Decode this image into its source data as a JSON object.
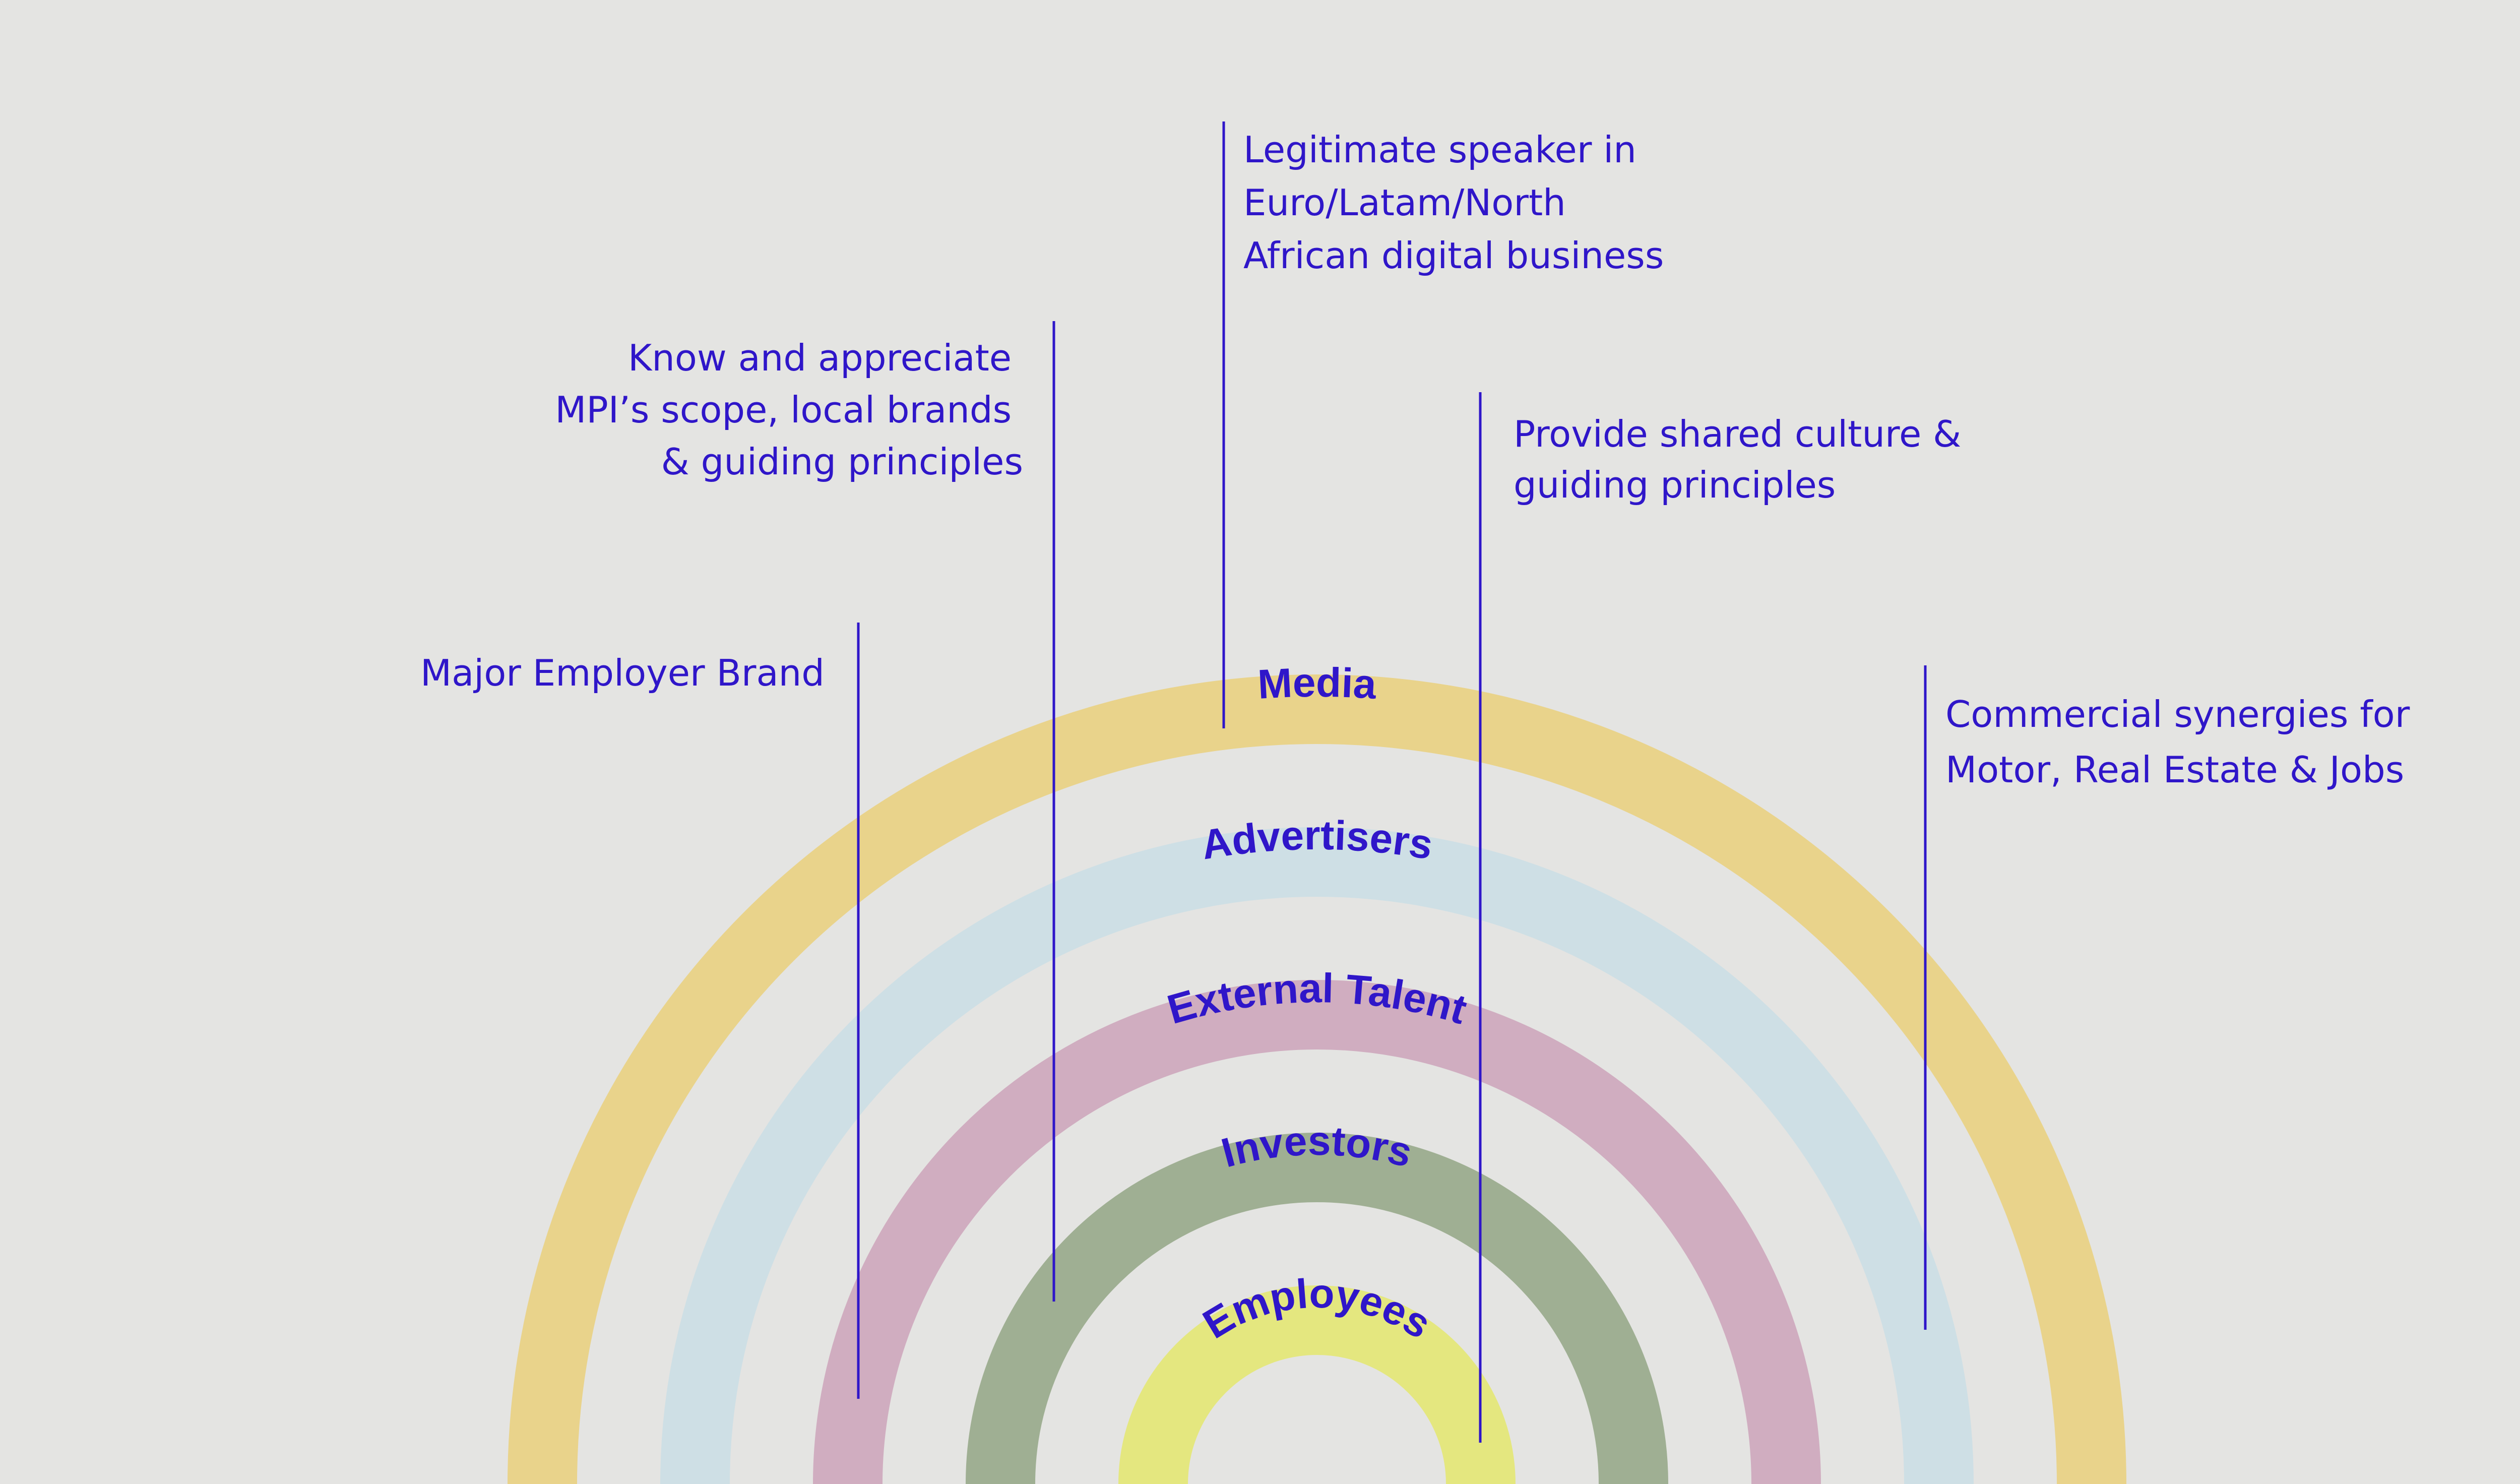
{
  "colors": {
    "background": "#e4e4e2",
    "text": "#2f16c9",
    "line": "#2f16c9"
  },
  "rings": [
    {
      "id": "media",
      "label": "Media",
      "color": "#e9d38b"
    },
    {
      "id": "advertisers",
      "label": "Advertisers",
      "color": "#cedfe5"
    },
    {
      "id": "external-talent",
      "label": "External Talent",
      "color": "#d0adc0"
    },
    {
      "id": "investors",
      "label": "Investors",
      "color": "#9faf93"
    },
    {
      "id": "employees",
      "label": "Employees",
      "color": "#e4e77f"
    }
  ],
  "annotations": [
    {
      "id": "major-employer-brand",
      "lines": [
        "Major Employer Brand"
      ]
    },
    {
      "id": "know-and-appreciate",
      "lines": [
        "Know and appreciate",
        "MPI’s scope, local brands",
        "& guiding principles"
      ]
    },
    {
      "id": "legitimate-speaker",
      "lines": [
        "Legitimate speaker in",
        "Euro/Latam/North",
        "African digital business"
      ]
    },
    {
      "id": "shared-culture",
      "lines": [
        "Provide shared culture &",
        "guiding principles"
      ]
    },
    {
      "id": "commercial-synergies",
      "lines": [
        "Commercial synergies for",
        "Motor, Real Estate & Jobs"
      ]
    }
  ]
}
